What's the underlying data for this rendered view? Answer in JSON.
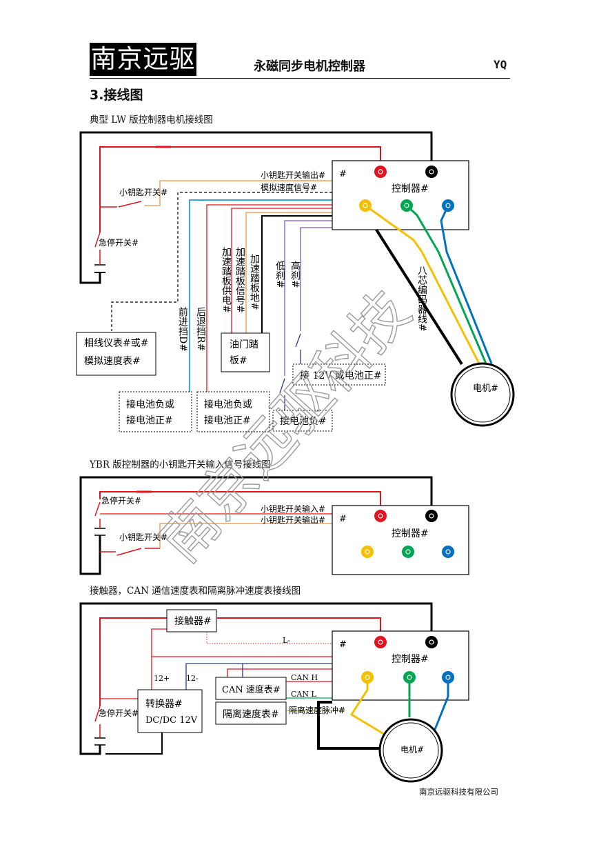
{
  "header": {
    "logo": "南京远驱",
    "title": "永磁同步电机控制器",
    "code": "YQ"
  },
  "section_title": "3.接线图",
  "diagram1": {
    "caption": "典型 LW 版控制器电机接线图",
    "controller_label": "控制器#",
    "corner_mark": "#",
    "key_out": "小钥匙开关输出#",
    "analog_speed": "模拟速度信号#",
    "key_switch": "小钥匙开关#",
    "estop": "急停开关#",
    "pedal_power": "加速踏板供电#",
    "pedal_signal": "加速踏板信号#",
    "pedal_ground": "加速踏板地#",
    "low_brake": "低刹#",
    "high_brake": "高刹#",
    "forward": "前进挡D#",
    "reverse": "后退挡R#",
    "encoder": "八芯编码器线#",
    "phase_meter_1": "相线仪表#或#",
    "phase_meter_2": "模拟速度表#",
    "throttle_1": "油门踏",
    "throttle_2": "板#",
    "connect_12v": "接 12V 或电池正#",
    "batt_a_1": "接电池负或",
    "batt_a_2": "接电池正#",
    "batt_b_1": "接电池负或",
    "batt_b_2": "接电池正#",
    "batt_neg": "接电池负#",
    "motor": "电机#"
  },
  "diagram2": {
    "caption": "YBR 版控制器的小钥匙开关输入信号接线图",
    "estop": "急停开关#",
    "key_in": "小钥匙开关输入#",
    "key_out": "小钥匙开关输出#",
    "key_switch": "小钥匙开关#",
    "controller_label": "控制器#",
    "corner_mark": "#"
  },
  "diagram3": {
    "caption": "接触器，CAN 通信速度表和隔离脉冲速度表接线图",
    "contactor": "接触器#",
    "l_minus": "L-",
    "controller_label": "控制器#",
    "corner_mark": "#",
    "v12_plus": "12+",
    "v12_minus": "12-",
    "can_meter": "CAN 速度表#",
    "can_h": "CAN H",
    "can_l": "CAN L",
    "converter_1": "转换器#",
    "converter_2": "DC/DC 12V",
    "isolated_meter": "隔离速度表#",
    "isolated_pulse": "隔离速度脉冲#",
    "estop": "急停开关#",
    "motor": "电机#"
  },
  "watermark": "南京远驱科技",
  "footer": "南京远驱科技有限公司",
  "colors": {
    "red": "#e0141e",
    "yellow": "#f5c000",
    "green": "#00a650",
    "blue": "#0070c0",
    "orange": "#f4a460",
    "sky": "#38a6e0",
    "purple": "#7e57c2"
  }
}
